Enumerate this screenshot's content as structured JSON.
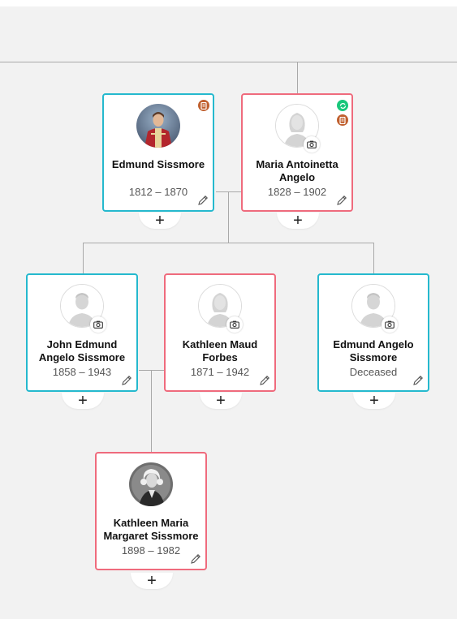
{
  "people": [
    {
      "id": "edmund",
      "name": "Edmund Sissmore",
      "dates": "1812 – 1870",
      "avatar": "portrait-photo"
    },
    {
      "id": "maria",
      "name": "Maria Antoinetta Angelo",
      "dates": "1828 – 1902",
      "avatar": "female-placeholder"
    },
    {
      "id": "john",
      "name": "John Edmund Angelo Sissmore",
      "dates": "1858 – 1943",
      "avatar": "male-placeholder"
    },
    {
      "id": "kathleen-maud",
      "name": "Kathleen Maud Forbes",
      "dates": "1871 – 1942",
      "avatar": "female-placeholder"
    },
    {
      "id": "edmund-angelo",
      "name": "Edmund Angelo Sissmore",
      "dates": "Deceased",
      "avatar": "male-placeholder"
    },
    {
      "id": "kathleen-maria",
      "name": "Kathleen Maria Margaret Sissmore",
      "dates": "1898 – 1982",
      "avatar": "portrait-photo"
    }
  ],
  "ui": {
    "add_symbol": "+",
    "icons": {
      "edit": "pencil-icon",
      "camera": "camera-icon",
      "record": "document-badge-icon",
      "sync": "sync-badge-icon"
    }
  },
  "colors": {
    "male": "#25b9ce",
    "female": "#ef6b7d",
    "connector": "#a9a9a9",
    "record_badge": "#c0602f",
    "sync_badge": "#19c77b",
    "background": "#f2f2f2"
  }
}
